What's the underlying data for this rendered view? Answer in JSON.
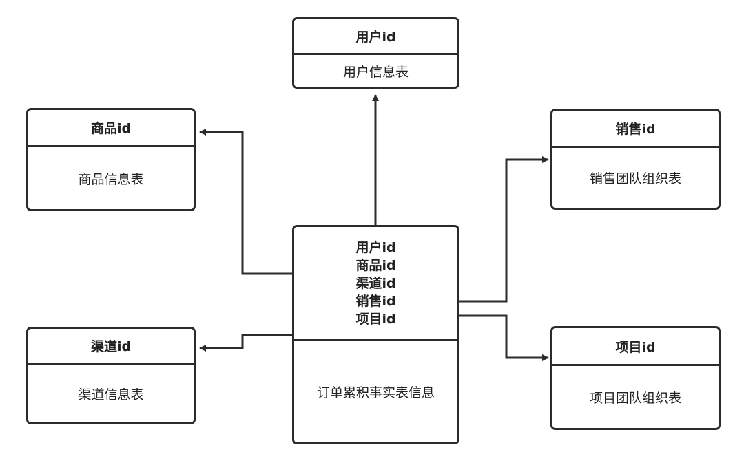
{
  "diagram": {
    "user_table": {
      "key": "用户id",
      "name": "用户信息表"
    },
    "product_table": {
      "key": "商品id",
      "name": "商品信息表"
    },
    "channel_table": {
      "key": "渠道id",
      "name": "渠道信息表"
    },
    "sales_table": {
      "key": "销售id",
      "name": "销售团队组织表"
    },
    "project_table": {
      "key": "项目id",
      "name": "项目团队组织表"
    },
    "fact_table": {
      "keys": [
        "用户id",
        "商品id",
        "渠道id",
        "销售id",
        "项目id"
      ],
      "name": "订单累积事实表信息"
    }
  },
  "colors": {
    "stroke": "#2b2b2b",
    "text": "#222222",
    "background": "#ffffff"
  }
}
